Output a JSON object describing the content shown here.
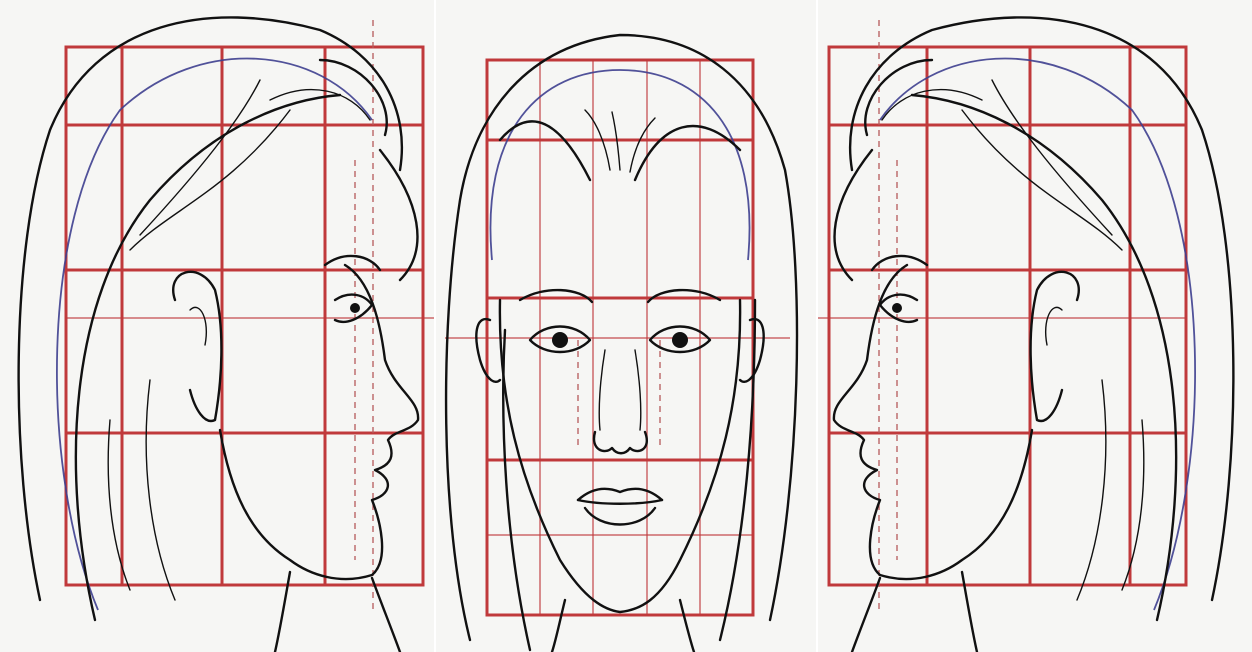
{
  "figure": {
    "panels": [
      {
        "view": "profile-left"
      },
      {
        "view": "front"
      },
      {
        "view": "profile-right"
      }
    ],
    "colors": {
      "background": "#f6f6f4",
      "ink": "#111111",
      "grid": "#c0393b",
      "guide_curve": "#3e3f8f"
    }
  }
}
